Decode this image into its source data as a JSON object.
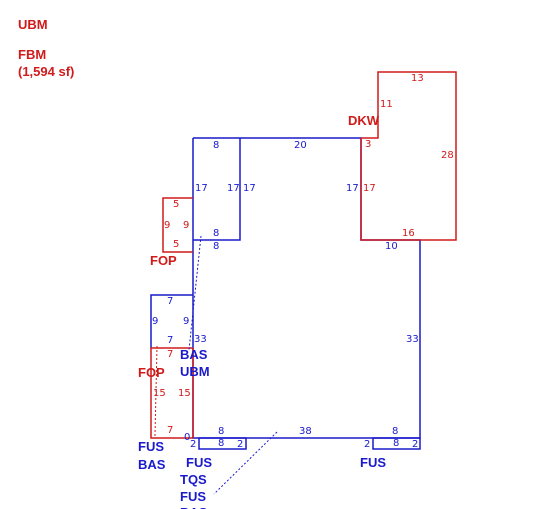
{
  "legend": {
    "ubm": "UBM",
    "fbm": "FBM",
    "fbm_area": "(1,594 sf)"
  },
  "labels": {
    "dkw": "DKW",
    "fop_upper": "FOP",
    "fop_lower": "FOP",
    "bas_top": "BAS",
    "ubm_mid": "UBM",
    "fus_left": "FUS",
    "bas_left": "BAS",
    "fus_mid": "FUS",
    "tqs": "TQS",
    "fus_stack": "FUS",
    "bas_cut": "BAS",
    "fus_right": "FUS"
  },
  "dims": {
    "d13": "13",
    "d11": "11",
    "d28": "28",
    "d3": "3",
    "d16": "16",
    "d17_dkw": "17",
    "d17_main_right": "17",
    "d8_top": "8",
    "d20": "20",
    "d17_a": "17",
    "d17_b": "17",
    "d17_c": "17",
    "d8_jog": "8",
    "d8_jog2": "8",
    "d5_top": "5",
    "d9_l": "9",
    "d9_r": "9",
    "d5_bot": "5",
    "d10": "10",
    "d33_r": "33",
    "d7_top": "7",
    "d9_bl": "9",
    "d9_br": "9",
    "d7_mid": "7",
    "d33_l": "33",
    "d7_fop": "7",
    "d15_l": "15",
    "d15_r": "15",
    "d7_fop_b": "7",
    "d8_bot_l": "8",
    "d38": "38",
    "d8_bot_r": "8",
    "d0": "0",
    "d2_a": "2",
    "d8_tq": "8",
    "d2_b": "2",
    "d2_c": "2",
    "d8_fr": "8",
    "d2_d": "2"
  },
  "colors": {
    "red": "#d11a1a",
    "blue": "#1a1acc"
  }
}
